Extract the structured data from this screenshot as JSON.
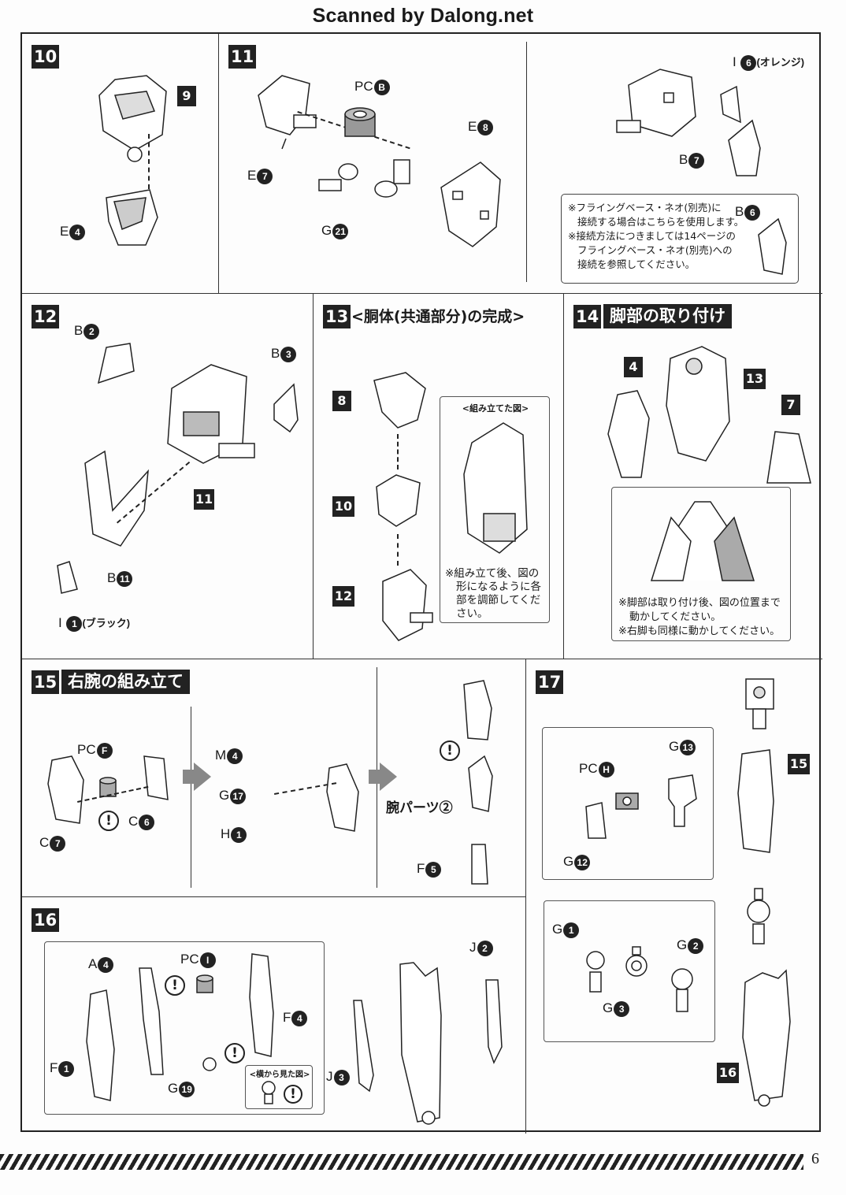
{
  "watermark": "Scanned by Dalong.net",
  "page_number": "6",
  "steps": {
    "s10": {
      "num": "10",
      "labels": {
        "e4_letter": "E",
        "e4_num": "4",
        "ref9": "9"
      }
    },
    "s11": {
      "num": "11",
      "labels": {
        "pcb_letter": "PC",
        "pcb_code": "B",
        "e8_letter": "E",
        "e8_num": "8",
        "e7_letter": "E",
        "e7_num": "7",
        "g21_letter": "G",
        "g21_num": "21",
        "i6_letter": "I",
        "i6_num": "6",
        "i6_tag": "(オレンジ)",
        "b7_letter": "B",
        "b7_num": "7",
        "b6_letter": "B",
        "b6_num": "6"
      },
      "note": [
        "※フライングベース・ネオ(別売)に",
        "接続する場合はこちらを使用します。",
        "※接続方法につきましては14ページの",
        "フライングベース・ネオ(別売)への",
        "接続を参照してください。"
      ]
    },
    "s12": {
      "num": "12",
      "labels": {
        "b2_letter": "B",
        "b2_num": "2",
        "b3_letter": "B",
        "b3_num": "3",
        "ref11": "11",
        "b11_letter": "B",
        "b11_num": "11",
        "i1_letter": "I",
        "i1_num": "1",
        "i1_tag": "(ブラック)"
      }
    },
    "s13": {
      "num": "13",
      "title": "<胴体(共通部分)の完成>",
      "refs": [
        "8",
        "10",
        "12"
      ],
      "inset_title": "<組み立てた図>",
      "note": [
        "※組み立て後、図の",
        "形になるように各",
        "部を調節してくだ",
        "さい。"
      ]
    },
    "s14": {
      "num": "14",
      "title": "脚部の取り付け",
      "refs": {
        "left": "4",
        "center": "13",
        "right": "7"
      },
      "note": [
        "※脚部は取り付け後、図の位置まで",
        "動かしてください。",
        "※右脚も同様に動かしてください。"
      ]
    },
    "s15": {
      "num": "15",
      "title": "右腕の組み立て",
      "labels": {
        "pcf_letter": "PC",
        "pcf_code": "F",
        "c7_letter": "C",
        "c7_num": "7",
        "c6_letter": "C",
        "c6_num": "6",
        "m4_letter": "M",
        "m4_num": "4",
        "g17_letter": "G",
        "g17_num": "17",
        "h1_letter": "H",
        "h1_num": "1",
        "arm_part": "腕パーツ②",
        "f5_letter": "F",
        "f5_num": "5"
      }
    },
    "s16": {
      "num": "16",
      "labels": {
        "a4_letter": "A",
        "a4_num": "4",
        "pci_letter": "PC",
        "pci_code": "I",
        "f4_letter": "F",
        "f4_num": "4",
        "f1_letter": "F",
        "f1_num": "1",
        "g19_letter": "G",
        "g19_num": "19",
        "side_view": "<横から見た図>",
        "j2_letter": "J",
        "j2_num": "2",
        "j3_letter": "J",
        "j3_num": "3"
      }
    },
    "s17": {
      "num": "17",
      "labels": {
        "g13_letter": "G",
        "g13_num": "13",
        "pch_letter": "PC",
        "pch_code": "H",
        "g12_letter": "G",
        "g12_num": "12",
        "ref15": "15",
        "g1_letter": "G",
        "g1_num": "1",
        "g2_letter": "G",
        "g2_num": "2",
        "g3_letter": "G",
        "g3_num": "3",
        "ref16": "16"
      }
    }
  },
  "symbols": {
    "caution": "!"
  }
}
